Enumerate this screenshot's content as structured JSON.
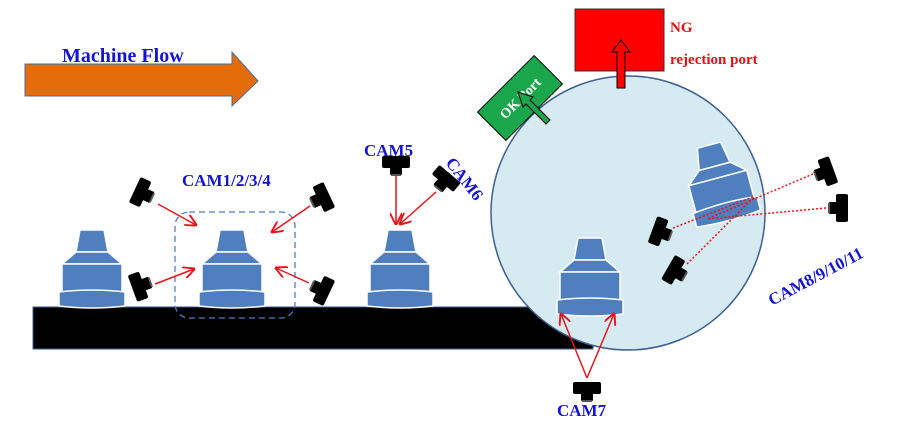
{
  "diagram": {
    "flow_label": "Machine Flow",
    "ok_port_label": "OK Port",
    "ng_label": "NG",
    "rejection_label": "rejection port",
    "cameras": {
      "cam1234": "CAM1/2/3/4",
      "cam5": "CAM5",
      "cam6": "CAM6",
      "cam7": "CAM7",
      "cam891011": "CAM8/9/10/11"
    },
    "colors": {
      "flow_arrow": "#e46c0a",
      "bottle": "#4f7fbe",
      "turntable": "#d6eaf2",
      "ok_port": "#1aa64a",
      "ng_port": "#ff0000",
      "ray": "#e8141b",
      "label_blue": "#1414d2",
      "label_red": "#e21010"
    }
  }
}
